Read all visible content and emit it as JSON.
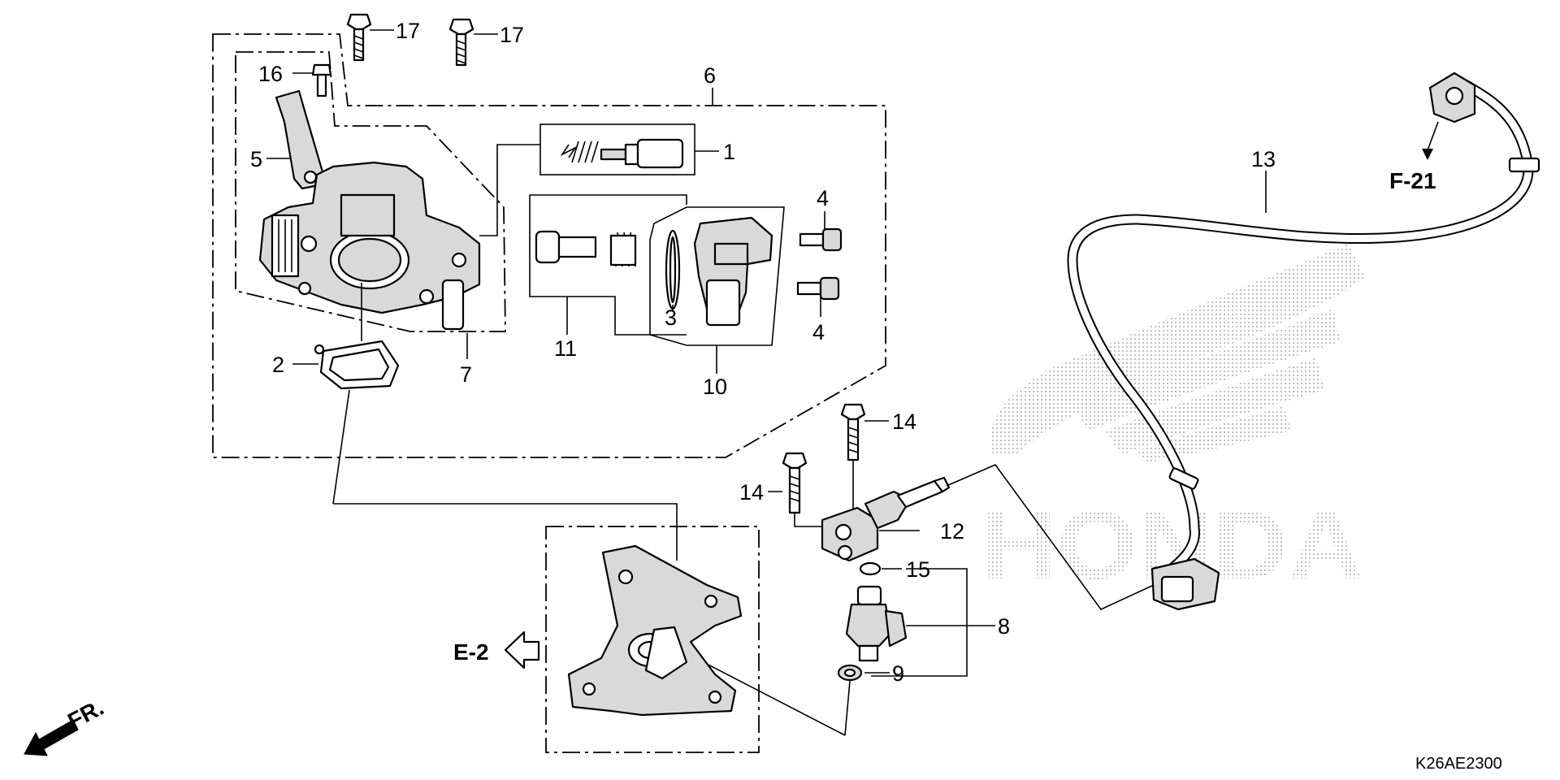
{
  "labels": {
    "p1": "1",
    "p2": "2",
    "p3": "3",
    "p4a": "4",
    "p4b": "4",
    "p5": "5",
    "p6": "6",
    "p7": "7",
    "p8": "8",
    "p9": "9",
    "p10": "10",
    "p11": "11",
    "p12": "12",
    "p13": "13",
    "p14a": "14",
    "p14b": "14",
    "p15": "15",
    "p16": "16",
    "p17a": "17",
    "p17b": "17"
  },
  "refs": {
    "e2": "E-2",
    "f21": "F-21",
    "fr": "FR."
  },
  "diagram_code": "K26AE2300",
  "watermark": "HONDA",
  "colors": {
    "ink": "#000000",
    "watermark_dots": "#b8b8b8"
  }
}
